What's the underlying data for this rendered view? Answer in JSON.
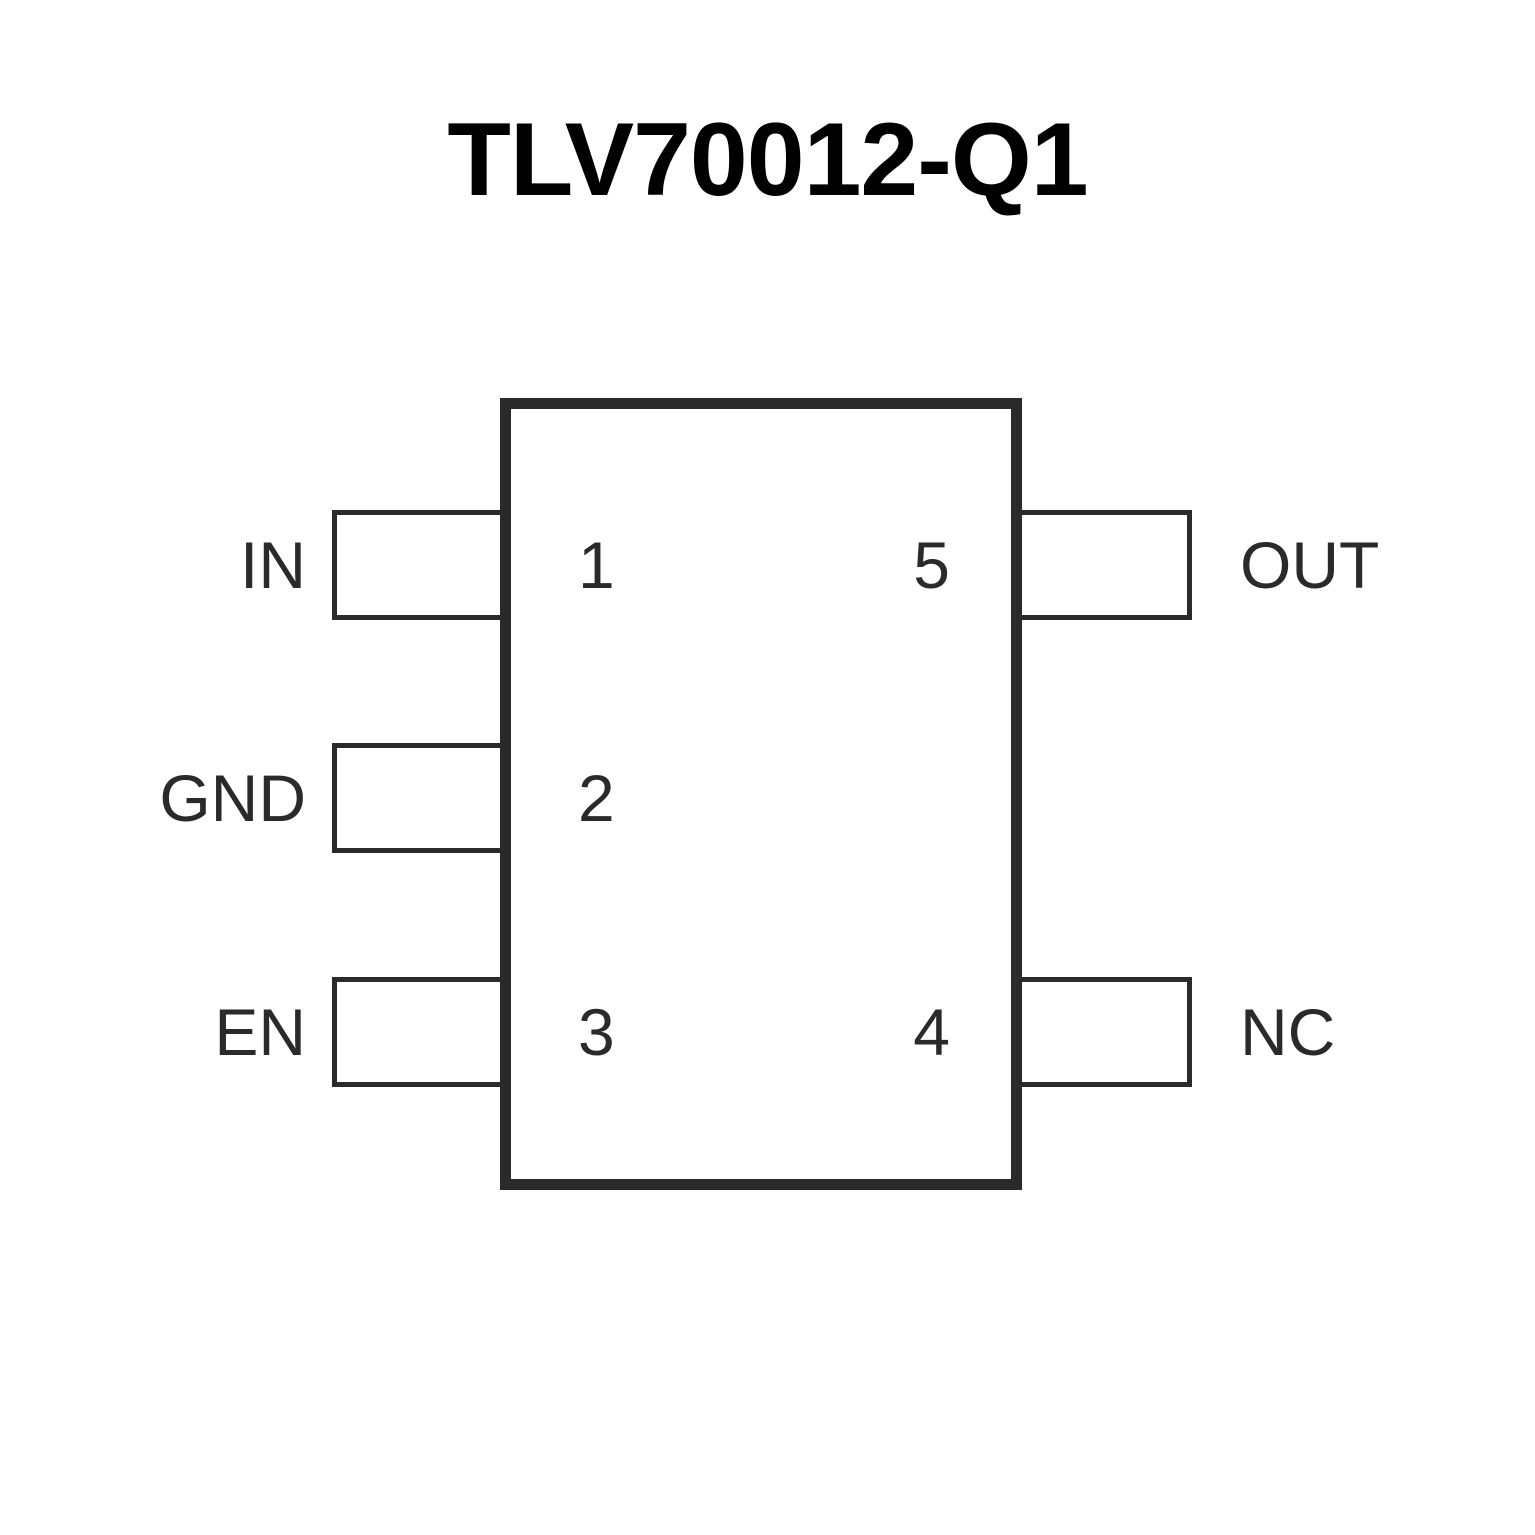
{
  "diagram": {
    "title": "TLV70012-Q1",
    "package_outline_color": "#2a2a2a",
    "title_color": "#000000",
    "background_color": "#ffffff",
    "pin_count": 5,
    "pins": [
      {
        "number": "1",
        "name": "IN",
        "side": "left",
        "row": "top"
      },
      {
        "number": "2",
        "name": "GND",
        "side": "left",
        "row": "middle"
      },
      {
        "number": "3",
        "name": "EN",
        "side": "left",
        "row": "bottom"
      },
      {
        "number": "4",
        "name": "NC",
        "side": "right",
        "row": "bottom"
      },
      {
        "number": "5",
        "name": "OUT",
        "side": "right",
        "row": "top"
      }
    ]
  }
}
